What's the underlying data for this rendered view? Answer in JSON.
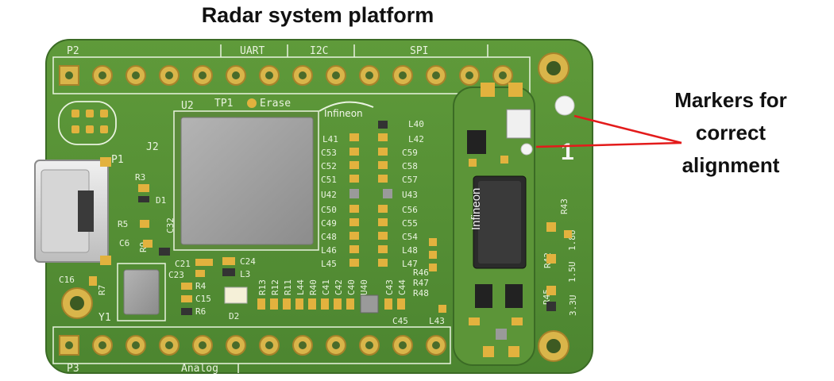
{
  "title": "Radar system platform",
  "callout": {
    "lines": [
      "Markers for",
      "correct",
      "alignment"
    ]
  },
  "headers": {
    "top": [
      "P2",
      "UART",
      "I2C",
      "SPI"
    ],
    "bottom": [
      "P3",
      "Analog"
    ]
  },
  "labels": {
    "j2": "J2",
    "u2": "U2",
    "tp1": "TP1",
    "erase": "Erase",
    "brand": "Infineon",
    "p1": "P1",
    "r3": "R3",
    "d1": "D1",
    "r5": "R5",
    "r9": "R9",
    "c32": "C32",
    "c6": "C6",
    "c16": "C16",
    "r7": "R7",
    "y1": "Y1",
    "c21": "C21",
    "c23": "C23",
    "c24": "C24",
    "l3": "L3",
    "r4": "R4",
    "c15": "C15",
    "r6": "R6",
    "d2": "D2",
    "l40": "L40",
    "l41": "L41",
    "l42": "L42",
    "c53": "C53",
    "c59": "C59",
    "c52": "C52",
    "c58": "C58",
    "c51": "C51",
    "c57": "C57",
    "u42": "U42",
    "u43": "U43",
    "c50": "C50",
    "c56": "C56",
    "c49": "C49",
    "c55": "C55",
    "c48": "C48",
    "c54": "C54",
    "l46": "L46",
    "l48": "L48",
    "l45": "L45",
    "l47": "L47",
    "r46": "R46",
    "r47": "R47",
    "r48": "R48",
    "c45": "C45",
    "l43": "L43",
    "vertical_row": [
      "R13",
      "R12",
      "R11",
      "L44",
      "R40",
      "C41",
      "C42",
      "C40",
      "U40",
      "C43",
      "C44"
    ],
    "marker_number": "1",
    "voltages": [
      "3.3U",
      "1.5U",
      "1.8U"
    ],
    "r42": "R42",
    "r43": "R43",
    "r45": "R45"
  }
}
